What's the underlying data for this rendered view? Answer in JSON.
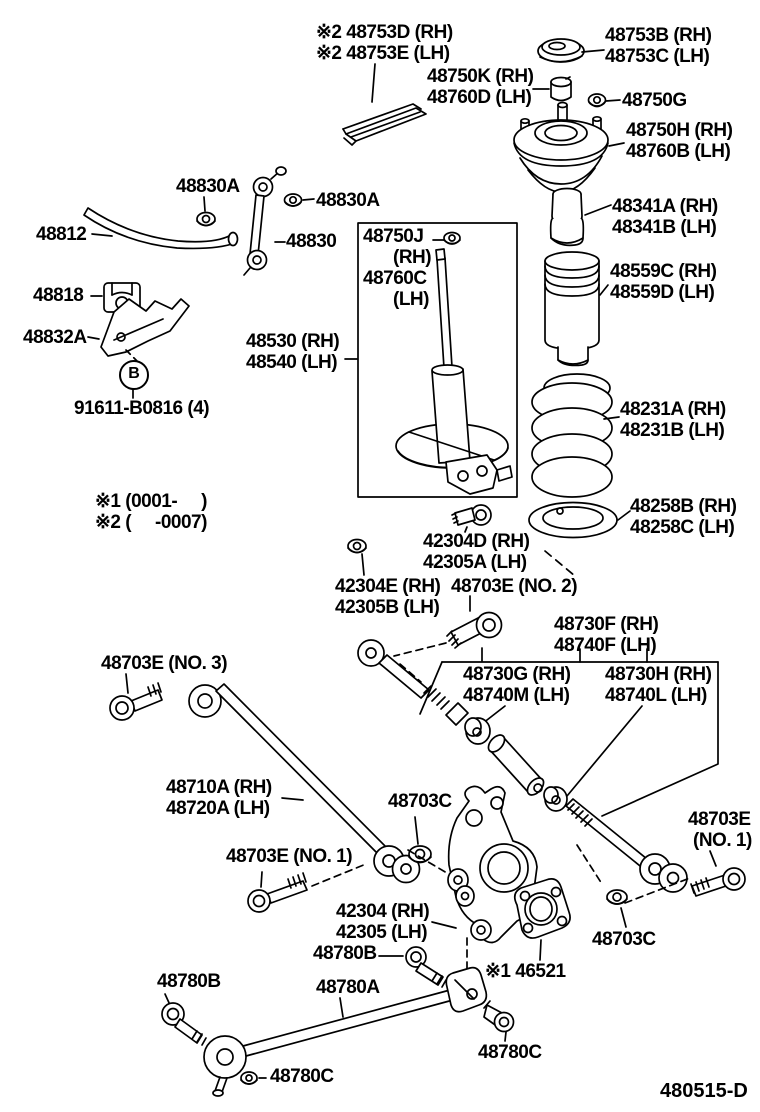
{
  "diagram": {
    "code": "480515-D",
    "circled_marker": "B",
    "title_hint": "Rear spring & shock absorber parts diagram"
  },
  "notes": {
    "line1": "※1 (0001-     )",
    "line2": "※2 (     -0007)"
  },
  "labels": [
    {
      "lines": [
        "※2 48753D (RH)",
        "※2 48753E (LH)"
      ]
    },
    {
      "lines": [
        "48753B (RH)",
        "48753C (LH)"
      ]
    },
    {
      "lines": [
        "48750K (RH)",
        "48760D (LH)"
      ]
    },
    {
      "lines": [
        "48750G"
      ]
    },
    {
      "lines": [
        "48750H (RH)",
        "48760B (LH)"
      ]
    },
    {
      "lines": [
        "48830A"
      ]
    },
    {
      "lines": [
        "48830A"
      ]
    },
    {
      "lines": [
        "48812"
      ]
    },
    {
      "lines": [
        "48830"
      ]
    },
    {
      "lines": [
        "48818"
      ]
    },
    {
      "lines": [
        "48832A"
      ]
    },
    {
      "lines": [
        "91611-B0816 (4)"
      ]
    },
    {
      "lines": [
        "48750J",
        "(RH)",
        "48760C",
        "(LH)"
      ]
    },
    {
      "lines": [
        "48530 (RH)",
        "48540 (LH)"
      ]
    },
    {
      "lines": [
        "48341A (RH)",
        "48341B (LH)"
      ]
    },
    {
      "lines": [
        "48559C (RH)",
        "48559D (LH)"
      ]
    },
    {
      "lines": [
        "48231A (RH)",
        "48231B (LH)"
      ]
    },
    {
      "lines": [
        "48258B (RH)",
        "48258C (LH)"
      ]
    },
    {
      "lines": [
        "42304D (RH)",
        "42305A (LH)"
      ]
    },
    {
      "lines": [
        "42304E (RH)",
        "42305B (LH)"
      ]
    },
    {
      "lines": [
        "48703E (NO. 2)"
      ]
    },
    {
      "lines": [
        "48730F (RH)",
        "48740F (LH)"
      ]
    },
    {
      "lines": [
        "48730G (RH)",
        "48740M (LH)"
      ]
    },
    {
      "lines": [
        "48730H (RH)",
        "48740L (LH)"
      ]
    },
    {
      "lines": [
        "48703E (NO. 3)"
      ]
    },
    {
      "lines": [
        "48710A (RH)",
        "48720A (LH)"
      ]
    },
    {
      "lines": [
        "48703C"
      ]
    },
    {
      "lines": [
        "48703E (NO. 1)"
      ]
    },
    {
      "lines": [
        "48703E",
        "(NO. 1)"
      ]
    },
    {
      "lines": [
        "42304 (RH)",
        "42305 (LH)"
      ]
    },
    {
      "lines": [
        "48703C"
      ]
    },
    {
      "lines": [
        "48780B"
      ]
    },
    {
      "lines": [
        "※1 46521"
      ]
    },
    {
      "lines": [
        "48780B"
      ]
    },
    {
      "lines": [
        "48780A"
      ]
    },
    {
      "lines": [
        "48780C"
      ]
    },
    {
      "lines": [
        "48780C"
      ]
    }
  ]
}
